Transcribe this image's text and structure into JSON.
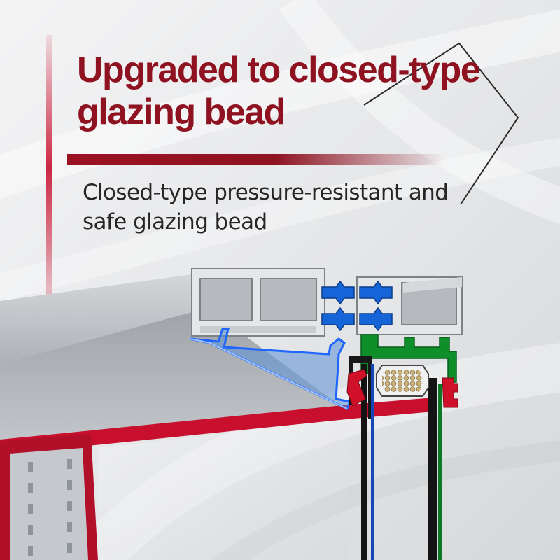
{
  "headline": {
    "line1": "Upgraded to closed-type",
    "line2": "glazing bead"
  },
  "subheadline": {
    "line1": "Closed-type pressure-resistant and",
    "line2": "safe glazing bead"
  },
  "colors": {
    "brand_red": "#8e1220",
    "frame_red": "#c8102e",
    "seal_blue": "#1565d8",
    "gasket_green": "#0e8f2a",
    "aluminum": "#b9bdc2",
    "text_dark": "#262626"
  }
}
